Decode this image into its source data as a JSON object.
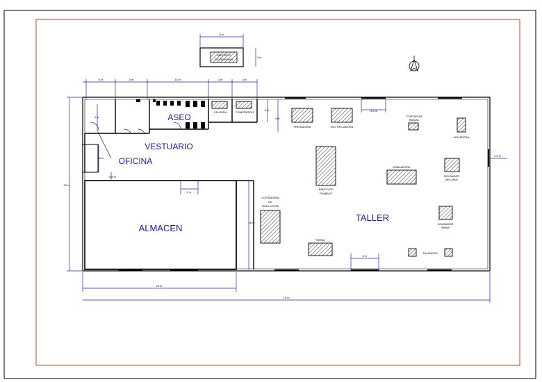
{
  "drawing": {
    "rooms": {
      "taller": "TALLER",
      "almacen": "ALMACEN",
      "aseo": "ASEO",
      "vestuario": "VESTUARIO",
      "oficina": "OFICINA"
    },
    "equipment": {
      "deposito": [
        "DEPOSITO",
        "DE PROPANO"
      ],
      "caldera": "CALDERA",
      "compresor": "COMPRESOR",
      "fresadora": "FRESADORA",
      "rectificadora": "RECTIFICADORA",
      "cortador_radial": [
        "CORTADOR",
        "RADIAL"
      ],
      "afiladora": "AFILADORA",
      "banco": [
        "BANCO DE",
        "TRABAJO"
      ],
      "dobladora": "DOBLADORA",
      "soldador_mig": [
        "SOLDADOR",
        "MIG-MAG"
      ],
      "cortadora": [
        "CORTADORA",
        "DE",
        "GUILLOTINA"
      ],
      "soldador_smaw": [
        "SOLDADOR",
        "SMAW"
      ],
      "torno": "TORNO",
      "taladros": "TALADROS"
    },
    "dimensions": {
      "d_deposito": "8 m",
      "d_deposito_h": "4 m",
      "d_oficina_w": "5 m",
      "d_vestuario_w": "5 m",
      "d_aseo_w": "10 m",
      "d_caldera_w": "4 m",
      "d_compresor_w": "4 m",
      "d_aseo_h": "4 m",
      "d_door_right": "4 m",
      "d_top_door": "4.5 m",
      "d_left_small": "4 m",
      "d_oficina_h": "5 m",
      "d_oficina_h2": "0.8 m",
      "d_total_h": "30 m",
      "d_almacen_door": "3 m",
      "d_almacen_h": "16 m",
      "d_almacen_w": "25 m",
      "d_total_w": "70 m",
      "d_bottom_door": "5 m",
      "d_right_gap": "2.5 m"
    },
    "colors": {
      "wall": "#000000",
      "frame": "#e8322c",
      "dimension": "#2020c8",
      "room_label": "#1a1aa8",
      "hatch": "#000000"
    },
    "icons": [
      "north-arrow-icon"
    ]
  }
}
